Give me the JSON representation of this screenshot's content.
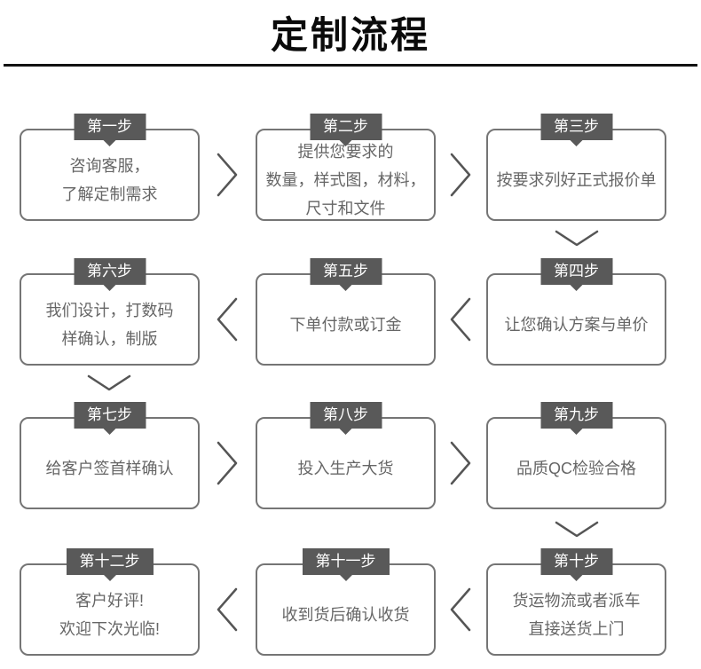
{
  "header": {
    "title": "定制流程"
  },
  "steps": [
    {
      "badge": "第一步",
      "lines": [
        "咨询客服，",
        "了解定制需求"
      ]
    },
    {
      "badge": "第二步",
      "lines": [
        "提供您要求的",
        "数量，样式图，材料，",
        "尺寸和文件"
      ]
    },
    {
      "badge": "第三步",
      "lines": [
        "按要求列好正式报价单"
      ]
    },
    {
      "badge": "第四步",
      "lines": [
        "让您确认方案与单价"
      ]
    },
    {
      "badge": "第五步",
      "lines": [
        "下单付款或订金"
      ]
    },
    {
      "badge": "第六步",
      "lines": [
        "我们设计，打数码",
        "样确认，制版"
      ]
    },
    {
      "badge": "第七步",
      "lines": [
        "给客户签首样确认"
      ]
    },
    {
      "badge": "第八步",
      "lines": [
        "投入生产大货"
      ]
    },
    {
      "badge": "第九步",
      "lines": [
        "品质QC检验合格"
      ]
    },
    {
      "badge": "第十步",
      "lines": [
        "货运物流或者派车",
        "直接送货上门"
      ]
    },
    {
      "badge": "第十一步",
      "lines": [
        "收到货后确认收货"
      ]
    },
    {
      "badge": "第十二步",
      "lines": [
        "客户好评!",
        "欢迎下次光临!"
      ]
    }
  ],
  "flow": {
    "order": "1→2→3 ↓ 4→5→6 ↓ 7→8→9 ↓ 10→11→12",
    "arrow_icons": [
      "chevron-right-icon",
      "chevron-left-icon",
      "chevron-down-icon"
    ]
  },
  "colors": {
    "badge_bg": "#595959",
    "badge_text": "#ffffff",
    "box_border": "#757575",
    "box_text": "#666666",
    "arrow": "#555555",
    "title": "#0a0a0a",
    "divider": "#111111"
  }
}
